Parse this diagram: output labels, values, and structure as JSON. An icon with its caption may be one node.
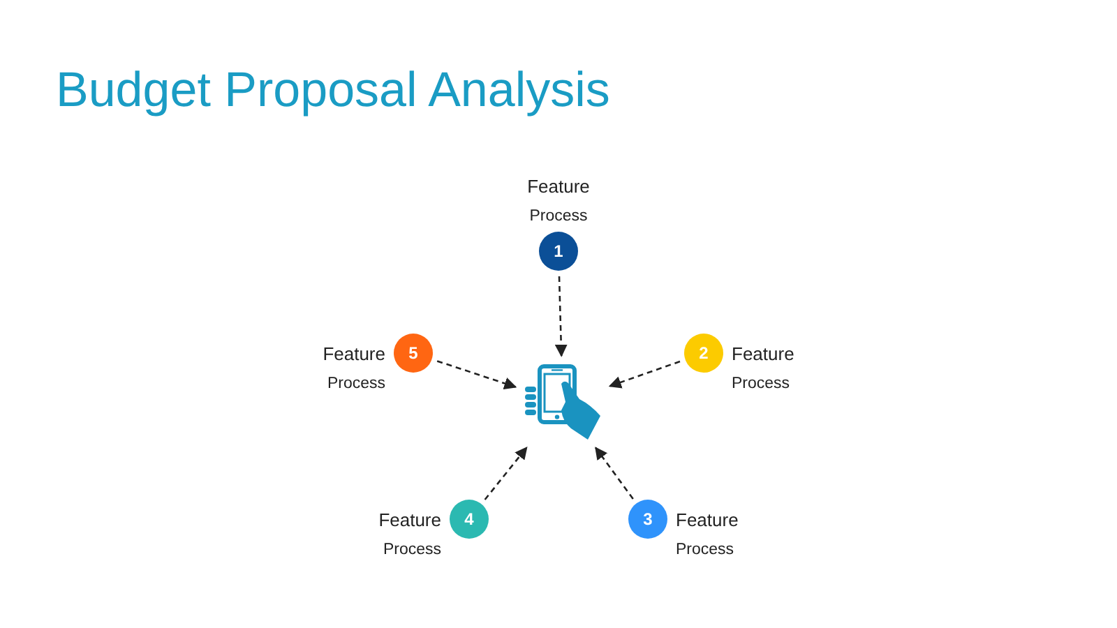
{
  "diagram": {
    "title": "Budget Proposal Analysis",
    "nodes": [
      {
        "text": [
          "1"
        ],
        "beside": [
          "Feature",
          "Process"
        ]
      },
      {
        "text": [
          "5"
        ],
        "beside": [
          "Feature",
          "Process"
        ]
      },
      {
        "text": [
          "2"
        ],
        "beside": [
          "Feature",
          "Process"
        ]
      },
      {
        "text": [],
        "shape": "picture"
      },
      {
        "text": [
          "4"
        ],
        "beside": [
          "Feature",
          "Process"
        ]
      },
      {
        "text": [
          "3"
        ],
        "beside": [
          "Feature",
          "Process"
        ]
      }
    ],
    "edges": [
      {
        "from": 0,
        "to": 3,
        "arrow": "to",
        "style": "dashed"
      },
      {
        "from": 1,
        "to": 3,
        "arrow": "to",
        "style": "dashed"
      },
      {
        "from": 2,
        "to": 3,
        "arrow": "to",
        "style": "dashed"
      },
      {
        "from": 4,
        "to": 3,
        "arrow": "to",
        "style": "dashed"
      },
      {
        "from": 5,
        "to": 3,
        "arrow": "to",
        "style": "dashed"
      }
    ]
  }
}
